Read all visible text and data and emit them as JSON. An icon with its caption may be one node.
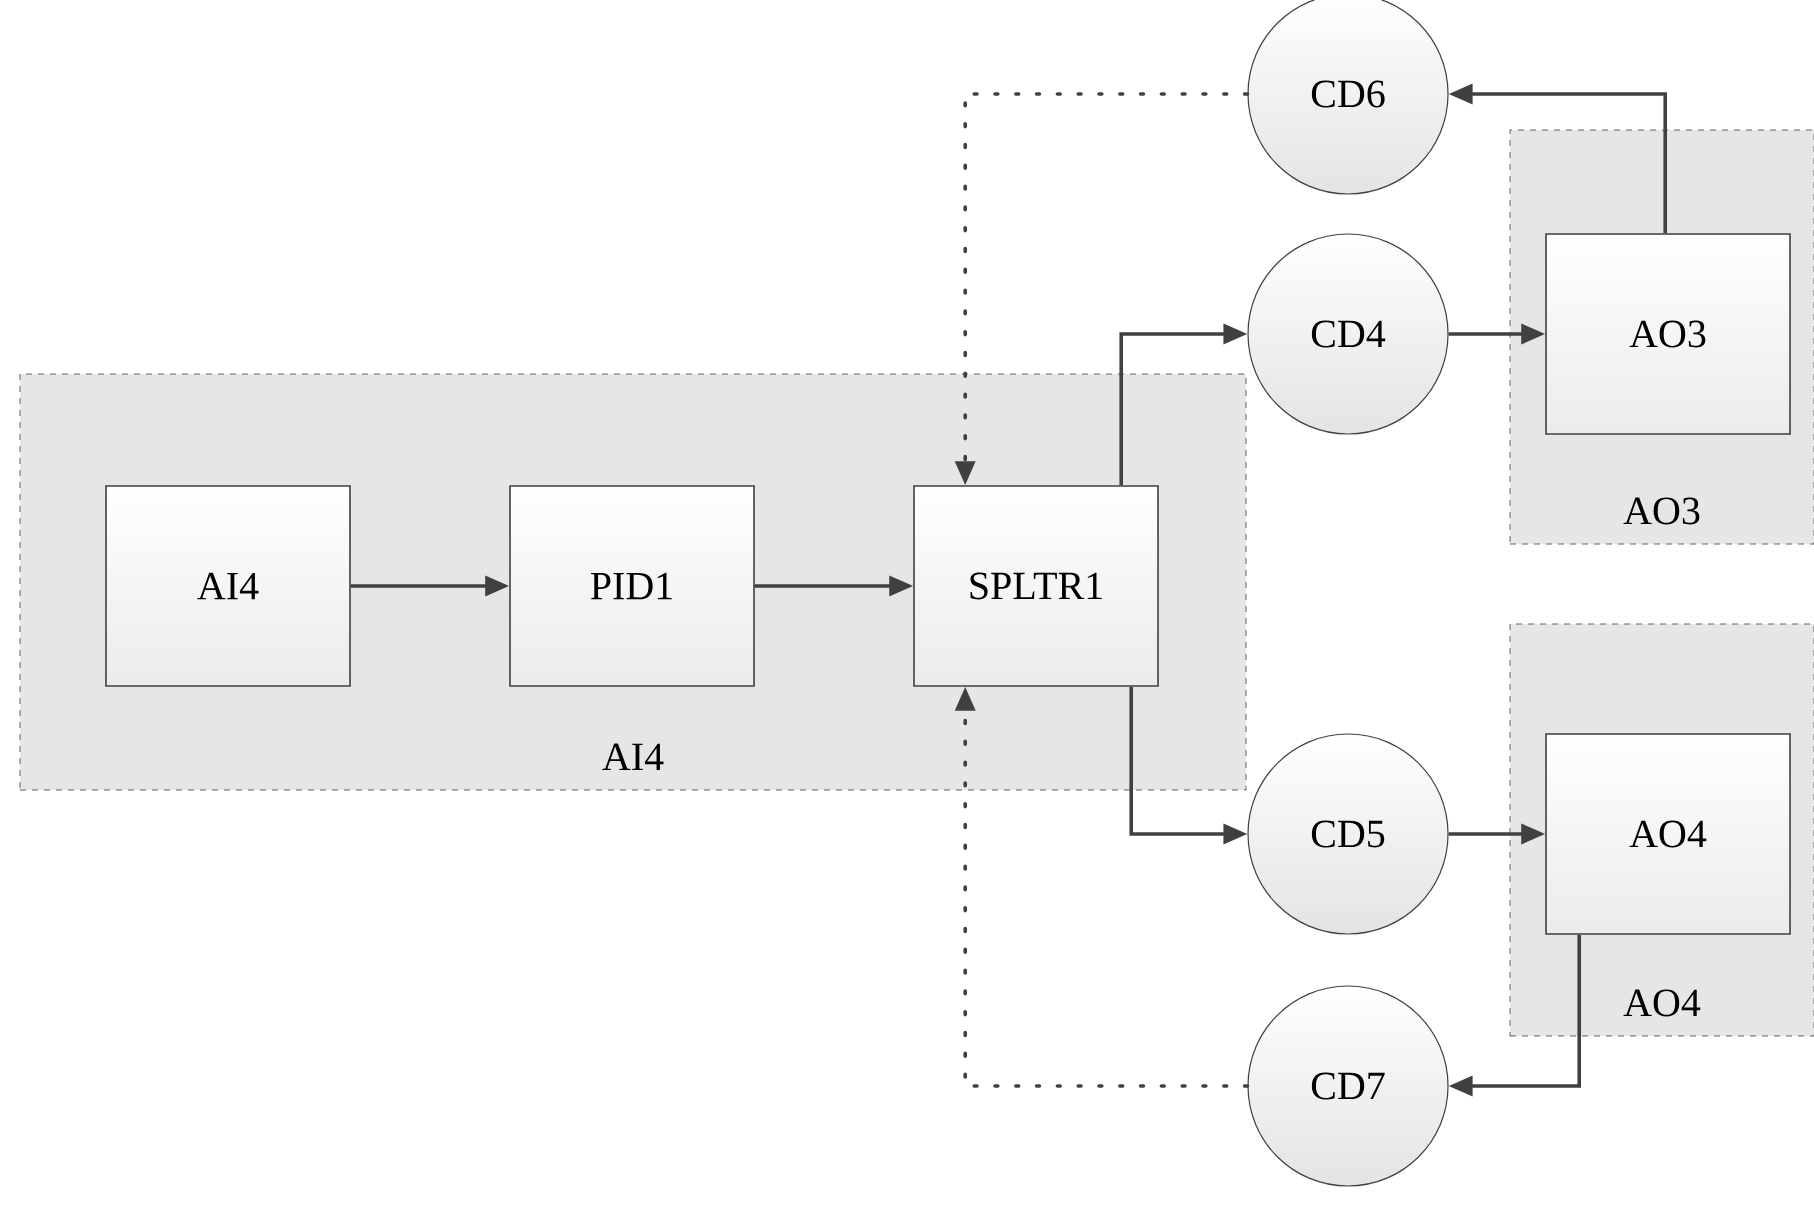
{
  "diagram": {
    "nodes": [
      {
        "text": [
          "AI4"
        ]
      },
      {
        "text": [
          "AI4"
        ],
        "in": 0
      },
      {
        "text": [
          "PID1"
        ],
        "in": 0
      },
      {
        "text": [
          "SPLTR1"
        ],
        "in": 0
      },
      {
        "text": [
          "CD6"
        ]
      },
      {
        "text": [
          "CD4"
        ]
      },
      {
        "text": [
          "AO3"
        ]
      },
      {
        "text": [
          "AO3"
        ],
        "in": 6
      },
      {
        "text": [
          "CD5"
        ]
      },
      {
        "text": [
          "AO4"
        ]
      },
      {
        "text": [
          "AO4"
        ],
        "in": 9
      },
      {
        "text": [
          "CD7"
        ]
      }
    ],
    "edges": [
      {
        "from": 1,
        "to": 2,
        "arrow": "to"
      },
      {
        "from": 2,
        "to": 3,
        "arrow": "to"
      },
      {
        "from": 3,
        "to": 5,
        "arrow": "to"
      },
      {
        "from": 3,
        "to": 8,
        "arrow": "to"
      },
      {
        "from": 5,
        "to": 7,
        "arrow": "to"
      },
      {
        "from": 8,
        "to": 10,
        "arrow": "to"
      },
      {
        "from": 7,
        "to": 4,
        "arrow": "to"
      },
      {
        "from": 10,
        "to": 11,
        "arrow": "to"
      },
      {
        "from": 4,
        "to": 3,
        "arrow": "to",
        "style": "dashed"
      },
      {
        "from": 11,
        "to": 3,
        "arrow": "to",
        "style": "dashed"
      }
    ]
  }
}
